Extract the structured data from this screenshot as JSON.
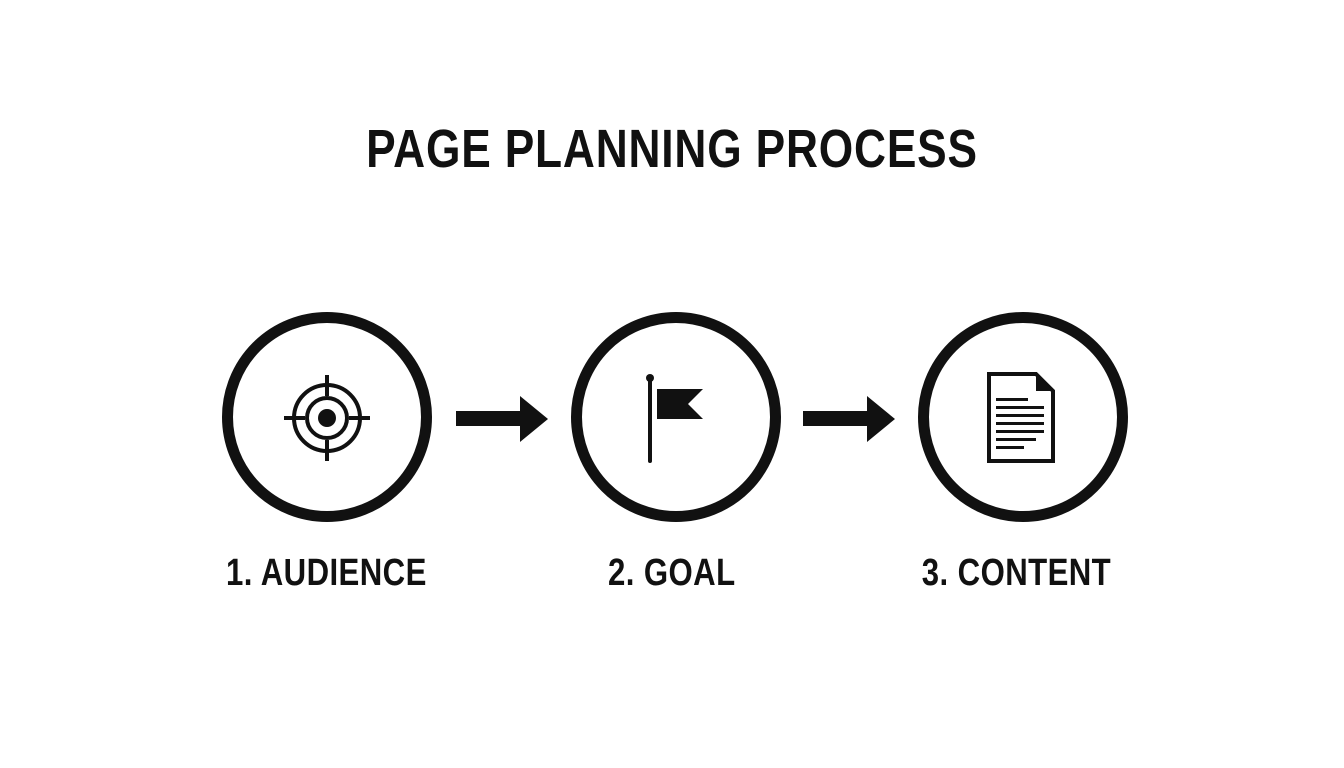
{
  "title": "PAGE PLANNING PROCESS",
  "steps": [
    {
      "label": "1. AUDIENCE",
      "icon": "target-icon"
    },
    {
      "label": "2. GOAL",
      "icon": "flag-icon"
    },
    {
      "label": "3. CONTENT",
      "icon": "document-icon"
    }
  ],
  "colors": {
    "ink": "#111111",
    "background": "#ffffff"
  }
}
